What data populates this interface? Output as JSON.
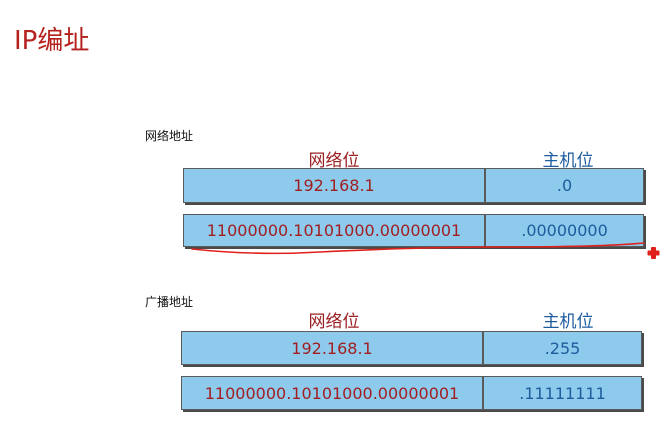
{
  "title": "IP编址",
  "sections": [
    {
      "label": "网络地址",
      "net_header": "网络位",
      "host_header": "主机位",
      "rows": [
        {
          "net": "192.168.1",
          "host": ".0"
        },
        {
          "net": "11000000.10101000.00000001",
          "host": ".00000000"
        }
      ]
    },
    {
      "label": "广播地址",
      "net_header": "网络位",
      "host_header": "主机位",
      "rows": [
        {
          "net": "192.168.1",
          "host": ".255"
        },
        {
          "net": "11000000.10101000.00000001",
          "host": ".11111111"
        }
      ]
    }
  ],
  "annotation": {
    "color": "#e0211b"
  }
}
